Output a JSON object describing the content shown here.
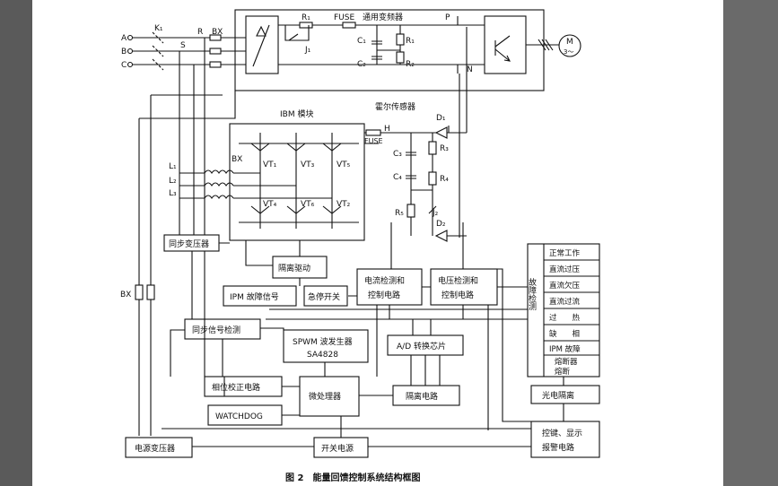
{
  "caption": "图 2　能量回馈控制系统结构框图",
  "inputs": [
    "A",
    "B",
    "C"
  ],
  "labels": {
    "k1": "K₁",
    "r": "R",
    "bx_top": "BX",
    "s": "S",
    "r1": "R₁",
    "fuse_top": "FUSE",
    "inverter_title": "通用变频器",
    "c1": "C₁",
    "c2": "C₂",
    "rr1": "R₁",
    "rr2": "R₂",
    "j1": "J₁",
    "p": "P",
    "n": "N",
    "motor": "M",
    "motor_phase": "3～",
    "ibm": "IBM 模块",
    "hall": "霍尔传感器",
    "fuse_mid": "FUSE",
    "h": "H",
    "d1": "D₁",
    "d2": "D₂",
    "c3": "C₃",
    "c4": "C₄",
    "r3": "R₃",
    "r4": "R₄",
    "r5": "R₅",
    "j2": "J₂",
    "bx_mid": "BX",
    "l1": "L₁",
    "l2": "L₂",
    "l3": "L₃",
    "vt1": "VT₁",
    "vt3": "VT₃",
    "vt5": "VT₅",
    "vt4": "VT₄",
    "vt6": "VT₆",
    "vt2": "VT₂",
    "bx_left": "BX"
  },
  "blocks": {
    "sync_transformer": "同步变压器",
    "iso_drive": "隔离驱动",
    "ipm_fault": "IPM 故障信号",
    "estop": "急停开关",
    "current_detect_1": "电流检测和",
    "current_detect_2": "控制电路",
    "voltage_detect_1": "电压检测和",
    "voltage_detect_2": "控制电路",
    "sync_detect": "同步信号检测",
    "spwm_1": "SPWM 波发生器",
    "spwm_2": "SA4828",
    "ad_chip": "A/D 转换芯片",
    "phase_correct": "相位校正电路",
    "mcu": "微处理器",
    "isolation": "隔离电路",
    "watchdog": "WATCHDOG",
    "power_transformer": "电源变压器",
    "switching_psu": "开关电源",
    "opto_iso": "光电隔离",
    "keys_display_1": "控键、显示",
    "keys_display_2": "报警电路",
    "fault_detect": "故障检测"
  },
  "fault_list": [
    "正常工作",
    "直流过压",
    "直流欠压",
    "直流过流",
    "过　　热",
    "缺　　相",
    "IPM 故障",
    "熔断器",
    "熔断"
  ]
}
